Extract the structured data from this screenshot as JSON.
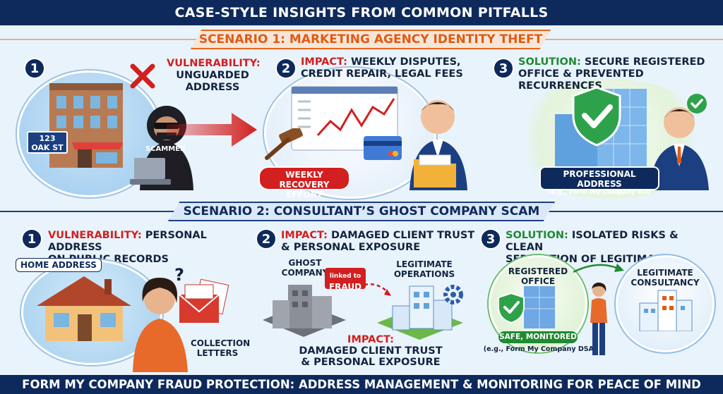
{
  "title": "CASE-STYLE INSIGHTS FROM COMMON PITFALLS",
  "footer": "FORM MY COMPANY FRAUD PROTECTION: ADDRESS MANAGEMENT & MONITORING FOR PEACE OF MIND",
  "scenario1": {
    "heading": "SCENARIO 1: MARKETING AGENCY IDENTITY THEFT",
    "steps": [
      {
        "num": "1",
        "key": "VULNERABILITY:",
        "line1": "UNGUARDED",
        "line2": "ADDRESS"
      },
      {
        "num": "2",
        "key": "IMPACT:",
        "line1": "WEEKLY DISPUTES,",
        "line2": "CREDIT REPAIR, LEGAL FEES"
      },
      {
        "num": "3",
        "key": "SOLUTION:",
        "line1": "SECURE REGISTERED",
        "line2": "OFFICE & PREVENTED RECURRENCES"
      }
    ],
    "street_sign": {
      "line1": "123",
      "line2": "OAK ST"
    },
    "scammer_label": "SCAMMER",
    "recovery_badge": {
      "line1": "WEEKLY",
      "line2": "RECOVERY EFFORT"
    },
    "pro_address": {
      "line1": "PROFESSIONAL ADDRESS",
      "line2": "(e.g., Form My Company RO)"
    }
  },
  "scenario2": {
    "heading": "SCENARIO 2: CONSULTANT’S GHOST COMPANY SCAM",
    "steps": [
      {
        "num": "1",
        "key": "VULNERABILITY:",
        "line1": "PERSONAL ADDRESS",
        "line2": "ON PUBLIC RECORDS"
      },
      {
        "num": "2",
        "key": "IMPACT:",
        "line1": "DAMAGED CLIENT TRUST",
        "line2": "& PERSONAL EXPOSURE"
      },
      {
        "num": "3",
        "key": "SOLUTION:",
        "line1": "ISOLATED RISKS & CLEAN",
        "line2": "SEPARATION OF LEGITIMATE BUSINESS"
      }
    ],
    "home_address": "HOME ADDRESS",
    "collection_letters": {
      "line1": "COLLECTION",
      "line2": "LETTERS"
    },
    "ghost_company": {
      "line1": "GHOST",
      "line2": "COMPANY"
    },
    "linked_fraud": {
      "line1": "linked to",
      "line2": "FRAUD"
    },
    "legit_ops": {
      "line1": "LEGITIMATE",
      "line2": "OPERATIONS"
    },
    "impact_caption": {
      "key": "IMPACT:",
      "line1": "DAMAGED CLIENT TRUST",
      "line2": "& PERSONAL EXPOSURE"
    },
    "registered_office": {
      "line1": "REGISTERED",
      "line2": "OFFICE"
    },
    "safe_monitored": "SAFE, MONITORED",
    "dsa_note": "(e.g., Form My Company DSA)",
    "legit_consultancy": {
      "line1": "LEGITIMATE",
      "line2": "CONSULTANCY"
    }
  },
  "colors": {
    "navy": "#0e2a5c",
    "orange": "#e25a12",
    "red": "#d21f1f",
    "green": "#1f8a32"
  },
  "icons": [
    "x-mark-icon",
    "hacker-icon",
    "laptop-icon",
    "arrow-icon",
    "gavel-icon",
    "chart-icon",
    "credit-card-icon",
    "folder-icon",
    "shield-check-icon",
    "check-circle-icon",
    "building-icon",
    "house-icon",
    "envelope-icon",
    "question-icon",
    "gear-icon",
    "woman-icon",
    "businessman-icon"
  ]
}
